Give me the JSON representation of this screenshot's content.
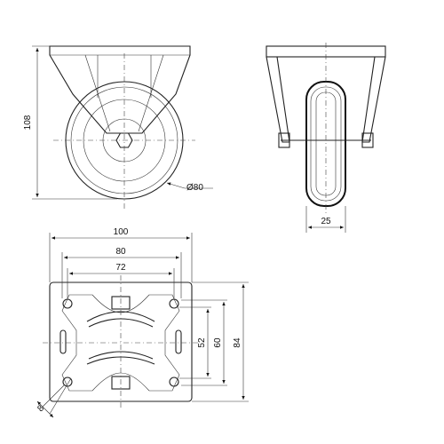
{
  "dimensions": {
    "height_108": "108",
    "wheel_diameter": "Ø80",
    "wheel_width": "25",
    "plate_width": "100",
    "hole_spacing_x_outer": "80",
    "hole_spacing_x_inner": "72",
    "hole_spacing_y_inner": "52",
    "hole_spacing_y_outer": "60",
    "plate_depth": "84",
    "hole_diameter": "8"
  }
}
